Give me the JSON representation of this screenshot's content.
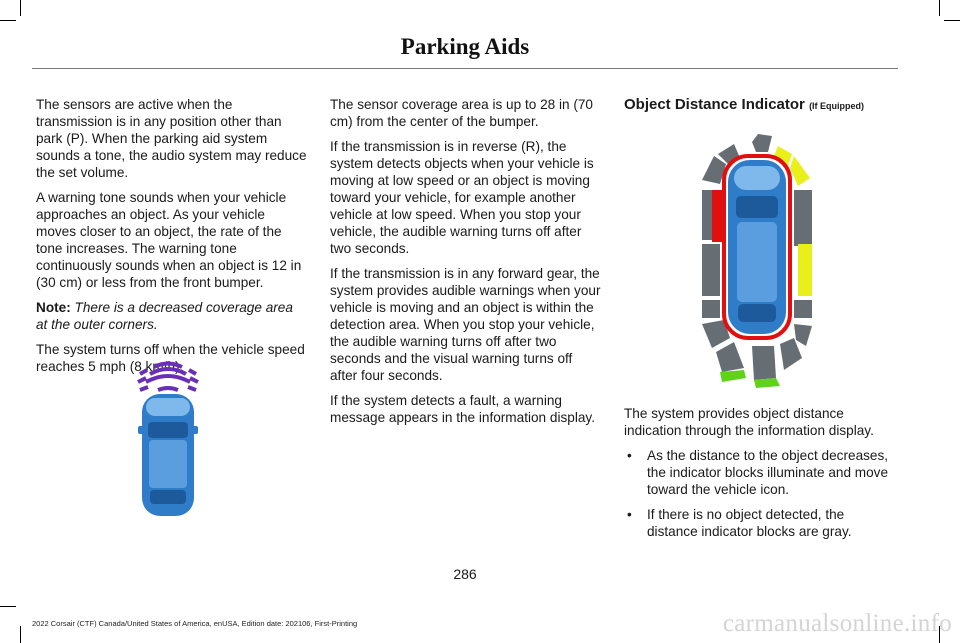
{
  "header": {
    "title": "Parking Aids"
  },
  "col1": {
    "p1": "The sensors are active when the transmission is in any position other than park (P).  When the parking aid system sounds a tone, the audio system may reduce the set volume.",
    "p2": "A warning tone sounds when your vehicle approaches an object.  As your vehicle moves closer to an object, the rate of the tone increases.  The warning tone continuously sounds when an object is 12 in (30 cm) or less from the front bumper.",
    "note_label": "Note:",
    "note_text": "There is a decreased coverage area at the outer corners.",
    "p3": "The system turns off when the vehicle speed reaches 5 mph (8 km/h)."
  },
  "col2": {
    "p1": "The sensor coverage area is up to 28 in (70 cm) from the center of the bumper.",
    "p2": "If the transmission is in reverse (R), the system detects objects when your vehicle is moving at low speed or an object is moving toward your vehicle, for example another vehicle at low speed. When you stop your vehicle, the audible warning turns off after two seconds.",
    "p3": "If the transmission is in any forward gear, the system provides audible warnings when your vehicle is moving and an object is within the detection area. When you stop your vehicle, the audible warning turns off after two seconds and the visual warning turns off after four seconds.",
    "p4": "If the system detects a fault, a warning message appears in the information display."
  },
  "col3": {
    "heading": "Object Distance Indicator",
    "heading_suffix": "(If Equipped)",
    "p1": "The system provides object distance indication through the information display.",
    "bullet_char": "•",
    "bullets": [
      "As the distance to the object decreases, the indicator blocks illuminate and move toward the vehicle icon.",
      "If there is no object detected, the distance indicator blocks are gray."
    ]
  },
  "colors": {
    "car_body": "#2f7cc8",
    "car_roof": "#5a9ee0",
    "wave": "#6a2fb8",
    "block_gray": "#666e74",
    "block_red": "#e01010",
    "block_yellow": "#e9ef1a",
    "block_green": "#5fd21b",
    "car_outline": "#e01010"
  },
  "page_number": "286",
  "footer": "2022 Corsair (CTF) Canada/United States of America, enUSA, Edition date: 202106, First-Printing",
  "watermark": "carmanualsonline.info"
}
